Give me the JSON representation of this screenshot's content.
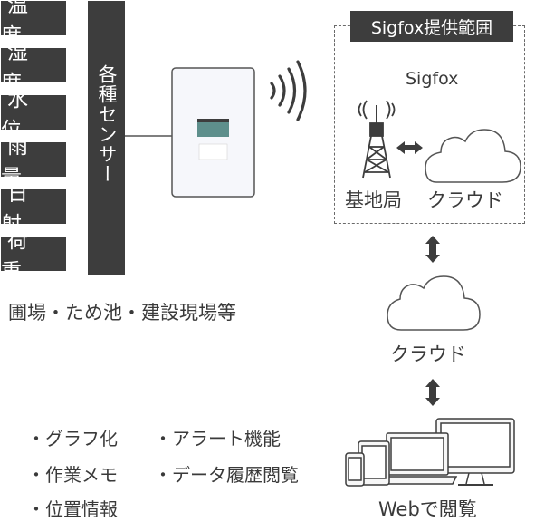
{
  "sensors": [
    "温 度",
    "湿 度",
    "水 位",
    "雨 量",
    "日 射",
    "荷 重"
  ],
  "sensor_column_label": "各種センサー",
  "sites_label": "圃場・ため池・建設現場等",
  "region_title": "Sigfox提供範囲",
  "sigfox_label": "Sigfox",
  "base_station_label": "基地局",
  "cloud_inner_label": "クラウド",
  "cloud_outer_label": "クラウド",
  "web_label": "Webで閲覧",
  "features": {
    "graph": "・グラフ化",
    "alert": "・アラート機能",
    "memo": "・作業メモ",
    "history": "・データ履歴閲覧",
    "location": "・位置情報"
  },
  "colors": {
    "dark": "#3d3d3d",
    "device_band": "#5e8f8c",
    "line": "#555555"
  }
}
